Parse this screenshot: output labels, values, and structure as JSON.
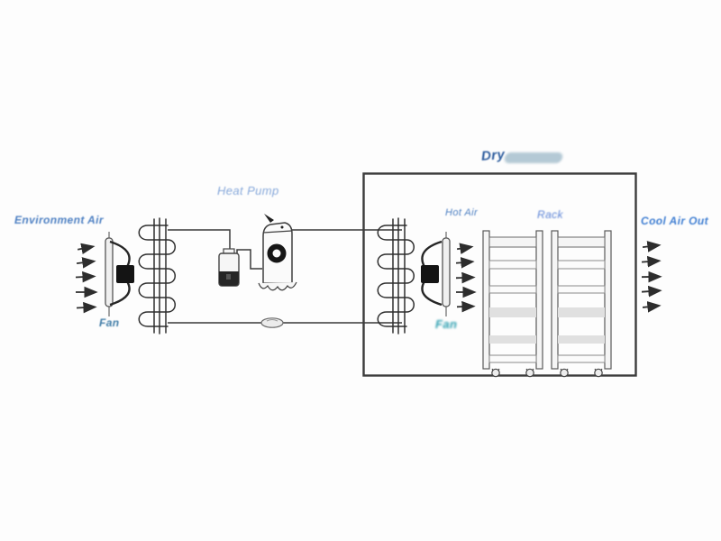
{
  "diagram": {
    "labels": {
      "environment_air": "Environment Air",
      "heat_pump": "Heat Pump",
      "dry_chamber": "Dry",
      "hot_air": "Hot Air",
      "rack": "Rack",
      "fan_left": "Fan",
      "fan_right": "Fan",
      "cool_air_out": "Cool Air Out"
    },
    "colors": {
      "label_blue": "#4c7fc2",
      "label_light_blue": "#86a8da",
      "label_dark_blue": "#2e5d9e",
      "label_teal": "#2c9fb0",
      "line_dark": "#3a3a3a",
      "smudge_blue": "#b4c9d5"
    }
  }
}
